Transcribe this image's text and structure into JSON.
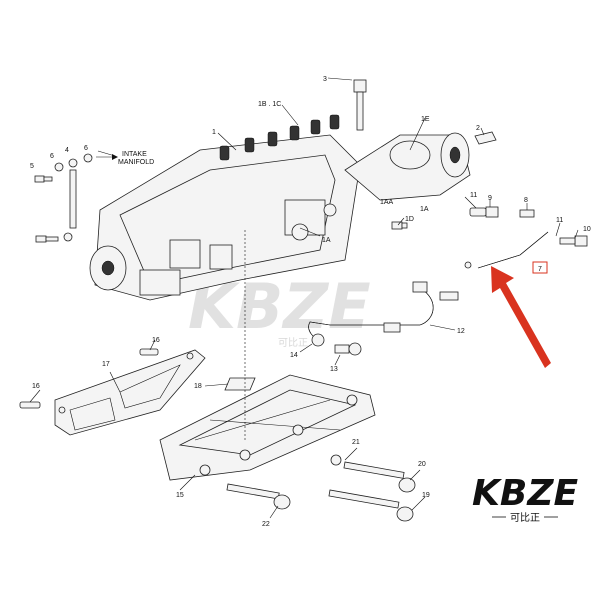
{
  "labels": {
    "l1": "1",
    "l1bc": "1B . 1C",
    "l1e": "1E",
    "l2": "2",
    "l3": "3",
    "l5": "5",
    "l6a": "6",
    "l4": "4",
    "l6b": "6",
    "intake_1": "INTAKE",
    "intake_2": "MANIFOLD",
    "l11a": "11",
    "l9": "9",
    "l8": "8",
    "l1aa": "1AA",
    "l1a_1": "1A",
    "l1d": "1D",
    "l11b": "11",
    "l10": "10",
    "l7": "7",
    "l1a_2": "1A",
    "l12": "12",
    "l14": "14",
    "l13": "13",
    "l16a": "16",
    "l17": "17",
    "l16b": "16",
    "l18": "18",
    "l21": "21",
    "l20": "20",
    "l15": "15",
    "l19": "19",
    "l22": "22"
  },
  "watermark": {
    "center_text": "KBZE",
    "center_sub": "可比正",
    "corner_text": "KBZE",
    "corner_sub": "可比正"
  },
  "colors": {
    "highlight_arrow": "#d9331f",
    "watermark": "#c9c9c9",
    "logo": "#111111"
  }
}
